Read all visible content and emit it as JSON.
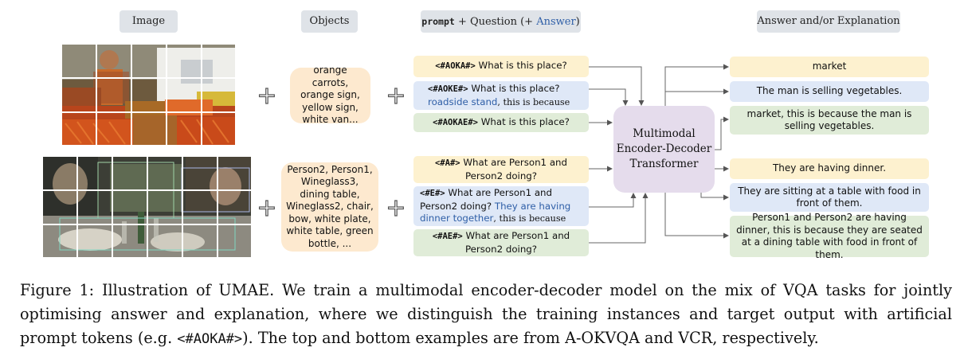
{
  "headers": {
    "image": "Image",
    "objects": "Objects",
    "prompt_token": "prompt",
    "prompt_mid": " + Question  (+ ",
    "prompt_answer": "Answer",
    "prompt_end": ")",
    "answer_expl": "Answer and/or Explanation"
  },
  "top": {
    "objects": "orange carrots, orange sign, yellow sign, white van...",
    "prompts": [
      {
        "token": "<#AOKA#>",
        "question": " What is this place?",
        "answer": "",
        "suffix": ""
      },
      {
        "token": "<#AOKE#>",
        "question": "  What is this place?",
        "answer": "roadside stand",
        "suffix": ", this is because"
      },
      {
        "token": "<#AOKAE#>",
        "question": "  What is this place?",
        "answer": "",
        "suffix": ""
      }
    ],
    "outputs": [
      "market",
      "The man is selling vegetables.",
      "market, this is because the man is selling vegetables."
    ]
  },
  "bottom": {
    "objects": "Person2, Person1, Wineglass3, dining table, Wineglass2, chair, bow, white plate, white table, green bottle, ...",
    "prompts": [
      {
        "token": "<#A#>",
        "question": " What are Person1 and Person2 doing?",
        "answer": "",
        "suffix": ""
      },
      {
        "token": "<#E#>",
        "question": " What are Person1 and Person2 doing?",
        "answer": " They are having dinner together",
        "suffix": ", this is because"
      },
      {
        "token": "<#AE#>",
        "question": "  What are Person1 and Person2 doing?",
        "answer": "",
        "suffix": ""
      }
    ],
    "outputs": [
      "They are having dinner.",
      "They are sitting at a table with food in front of them.",
      "Person1 and Person2 are having dinner, this is because they are seated at a dining table with food in front of them."
    ]
  },
  "model": {
    "line1": "Multimodal",
    "line2": "Encoder-Decoder",
    "line3": "Transformer"
  },
  "caption": {
    "part1": "Figure 1: Illustration of UMAE. We train a multimodal encoder-decoder model on the mix of VQA tasks for jointly optimising answer and explanation, where we distinguish the training instances and target output with artificial prompt tokens (e.g. ",
    "token": "<#AOKA#>",
    "part2": "). The top and bottom examples are from A-OKVQA and VCR, respectively."
  },
  "colors": {
    "yellow": "#fdf1cf",
    "blue": "#dfe8f7",
    "green": "#e0ecd8",
    "objects": "#fde9cf",
    "model": "#e5dcec",
    "answer_text": "#2f5fa7"
  }
}
